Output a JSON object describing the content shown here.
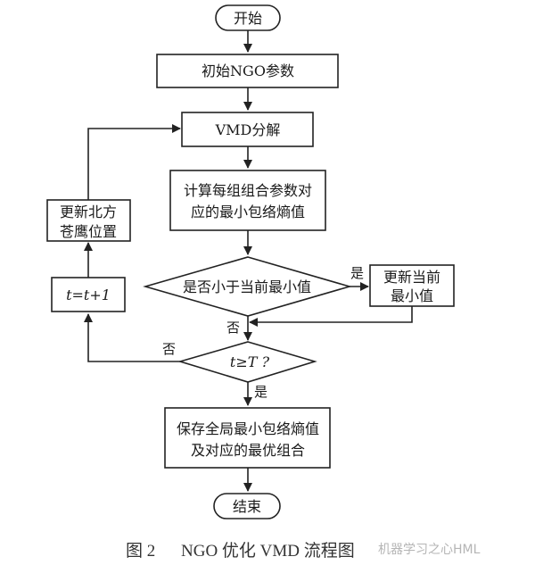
{
  "diagram": {
    "nodes": {
      "start": "开始",
      "init": "初始NGO参数",
      "vmd": "VMD分解",
      "compute_line1": "计算每组组合参数对",
      "compute_line2": "应的最小包络熵值",
      "is_smaller": "是否小于当前最小值",
      "update_min_line1": "更新当前",
      "update_min_line2": "最小值",
      "check_t": "t≥T ?",
      "update_pos_line1": "更新北方",
      "update_pos_line2": "苍鹰位置",
      "increment": "t=t+1",
      "save_line1": "保存全局最小包络熵值",
      "save_line2": "及对应的最优组合",
      "end": "结束"
    },
    "edge_labels": {
      "is_smaller_yes": "是",
      "is_smaller_no": "否",
      "check_t_no": "否",
      "check_t_yes": "是"
    }
  },
  "caption": {
    "label": "图 2",
    "title": "NGO 优化 VMD 流程图"
  },
  "watermark": "机器学习之心HML"
}
